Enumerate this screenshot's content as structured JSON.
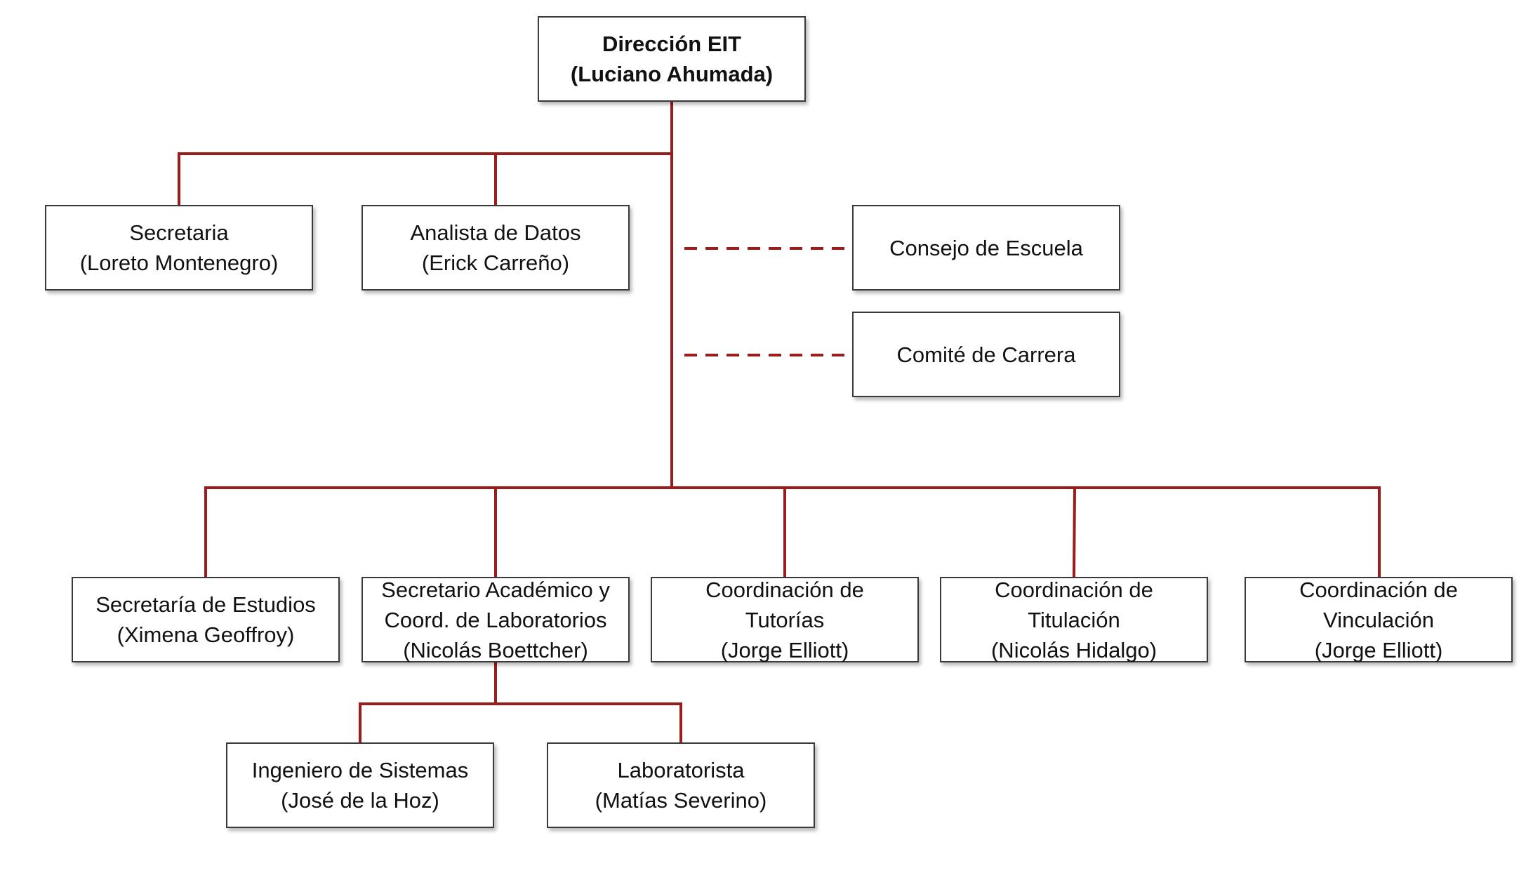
{
  "colors": {
    "connector": "#9b1c1c",
    "border": "#3a3a3a",
    "text": "#111111"
  },
  "org": {
    "direccion": {
      "title": "Dirección EIT",
      "person": "(Luciano Ahumada)"
    },
    "secretaria": {
      "title": "Secretaria",
      "person": "(Loreto Montenegro)"
    },
    "analista": {
      "title": "Analista de Datos",
      "person": "(Erick Carreño)"
    },
    "consejo": {
      "title": "Consejo de Escuela"
    },
    "comite": {
      "title": "Comité de Carrera"
    },
    "secretaria_estudios": {
      "title": "Secretaría de Estudios",
      "person": "(Ximena Geoffroy)"
    },
    "secretario_academico": {
      "line1": "Secretario Académico y",
      "line2": "Coord. de Laboratorios",
      "person": "(Nicolás Boettcher)"
    },
    "coord_tutorias": {
      "line1": "Coordinación de",
      "line2": "Tutorías",
      "person": "(Jorge Elliott)"
    },
    "coord_titulacion": {
      "line1": "Coordinación de",
      "line2": "Titulación",
      "person": "(Nicolás Hidalgo)"
    },
    "coord_vinculacion": {
      "line1": "Coordinación de",
      "line2": "Vinculación",
      "person": "(Jorge Elliott)"
    },
    "ingeniero": {
      "title": "Ingeniero de Sistemas",
      "person": "(José de la Hoz)"
    },
    "laboratorista": {
      "title": "Laboratorista",
      "person": "(Matías Severino)"
    }
  }
}
